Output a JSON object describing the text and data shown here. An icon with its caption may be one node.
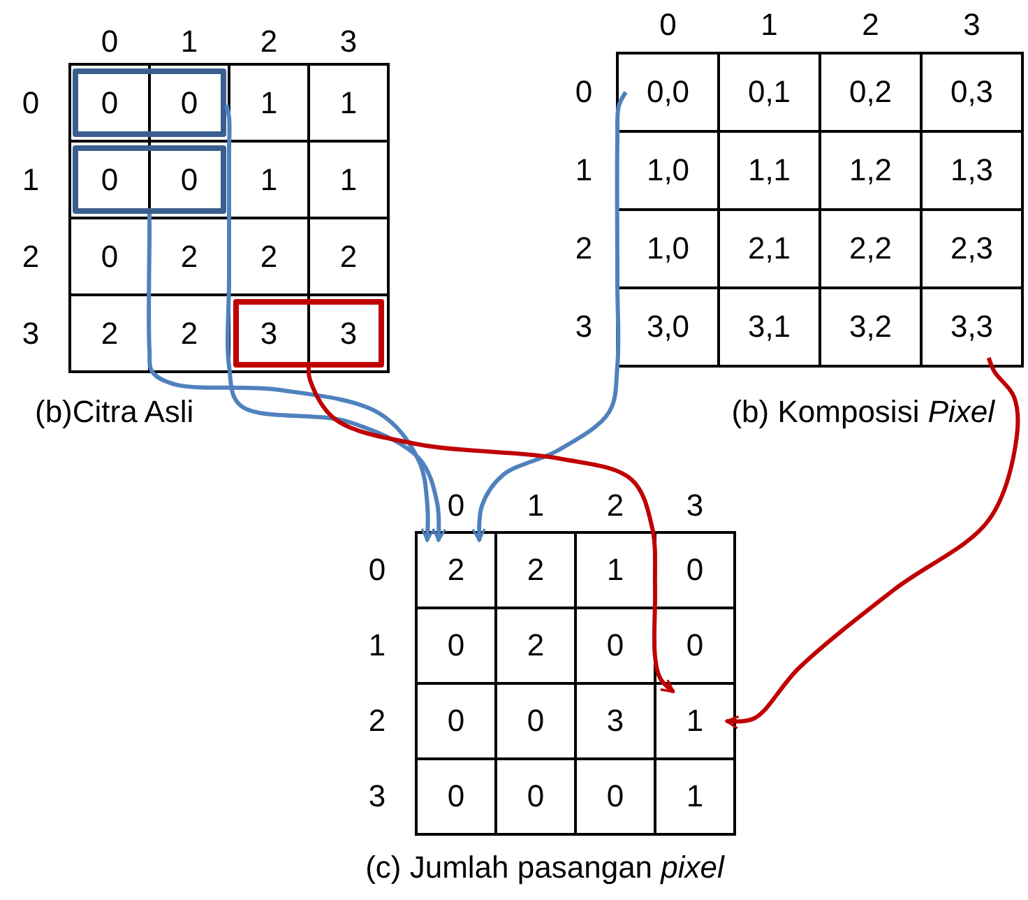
{
  "diagram": {
    "nodes": [
      {
        "text": [
          "(b)Citra Asli"
        ]
      },
      {
        "text": [],
        "shape": "box",
        "in": 0
      },
      {
        "text": [
          "0"
        ],
        "in": 1
      },
      {
        "text": [
          "0"
        ],
        "in": 1
      },
      {
        "text": [
          "1"
        ],
        "in": 0
      },
      {
        "text": [
          "1"
        ],
        "in": 0
      },
      {
        "text": [],
        "shape": "box",
        "in": 0
      },
      {
        "text": [
          "0"
        ],
        "in": 6
      },
      {
        "text": [
          "0"
        ],
        "in": 6
      },
      {
        "text": [
          "1"
        ],
        "in": 0
      },
      {
        "text": [
          "1"
        ],
        "in": 0
      },
      {
        "text": [
          "0"
        ],
        "in": 0
      },
      {
        "text": [
          "2"
        ],
        "in": 0
      },
      {
        "text": [
          "2"
        ],
        "in": 0
      },
      {
        "text": [
          "2"
        ],
        "in": 0
      },
      {
        "text": [
          "2"
        ],
        "in": 0
      },
      {
        "text": [
          "2"
        ],
        "in": 0
      },
      {
        "text": [],
        "shape": "box",
        "in": 0
      },
      {
        "text": [
          "3"
        ],
        "in": 17
      },
      {
        "text": [
          "3"
        ],
        "in": 17
      },
      {
        "text": [
          "(b) Komposisi *Pixel*"
        ]
      },
      {
        "text": [
          "0,0"
        ],
        "in": 20
      },
      {
        "text": [
          "0,1"
        ],
        "in": 20
      },
      {
        "text": [
          "0,2"
        ],
        "in": 20
      },
      {
        "text": [
          "0,3"
        ],
        "in": 20
      },
      {
        "text": [
          "1,0"
        ],
        "in": 20
      },
      {
        "text": [
          "1,1"
        ],
        "in": 20
      },
      {
        "text": [
          "1,2"
        ],
        "in": 20
      },
      {
        "text": [
          "1,3"
        ],
        "in": 20
      },
      {
        "text": [
          "1,0"
        ],
        "in": 20
      },
      {
        "text": [
          "2,1"
        ],
        "in": 20
      },
      {
        "text": [
          "2,2"
        ],
        "in": 20
      },
      {
        "text": [
          "2,3"
        ],
        "in": 20
      },
      {
        "text": [
          "3,0"
        ],
        "in": 20
      },
      {
        "text": [
          "3,1"
        ],
        "in": 20
      },
      {
        "text": [
          "3,2"
        ],
        "in": 20
      },
      {
        "text": [
          "3,3"
        ],
        "in": 20
      },
      {
        "text": [
          "(c) Jumlah pasangan *pixel*"
        ]
      },
      {
        "text": [
          "2"
        ],
        "in": 37
      },
      {
        "text": [
          "2"
        ],
        "in": 37
      },
      {
        "text": [
          "1"
        ],
        "in": 37
      },
      {
        "text": [
          "0"
        ],
        "in": 37
      },
      {
        "text": [
          "0"
        ],
        "in": 37
      },
      {
        "text": [
          "2"
        ],
        "in": 37
      },
      {
        "text": [
          "0"
        ],
        "in": 37
      },
      {
        "text": [
          "0"
        ],
        "in": 37
      },
      {
        "text": [
          "0"
        ],
        "in": 37
      },
      {
        "text": [
          "0"
        ],
        "in": 37
      },
      {
        "text": [
          "3"
        ],
        "in": 37
      },
      {
        "text": [
          "1"
        ],
        "in": 37
      },
      {
        "text": [
          "0"
        ],
        "in": 37
      },
      {
        "text": [
          "0"
        ],
        "in": 37
      },
      {
        "text": [
          "0"
        ],
        "in": 37
      },
      {
        "text": [
          "1"
        ],
        "in": 37
      }
    ],
    "edges": [
      {
        "from": 1,
        "to": 38,
        "arrow": "to"
      },
      {
        "from": 6,
        "to": 38,
        "arrow": "to"
      },
      {
        "from": 21,
        "to": 38,
        "arrow": "to"
      },
      {
        "from": 17,
        "to": 49,
        "arrow": "to",
        "color": "#c00000"
      },
      {
        "from": 36,
        "to": 49,
        "arrow": "to",
        "color": "#c00000"
      }
    ],
    "labels": [
      "0",
      "1",
      "2",
      "3",
      "0",
      "1",
      "2",
      "3",
      "0",
      "1",
      "2",
      "3",
      "0",
      "1",
      "2",
      "3",
      "0",
      "1",
      "2",
      "3",
      "0",
      "1",
      "2",
      "3"
    ]
  }
}
